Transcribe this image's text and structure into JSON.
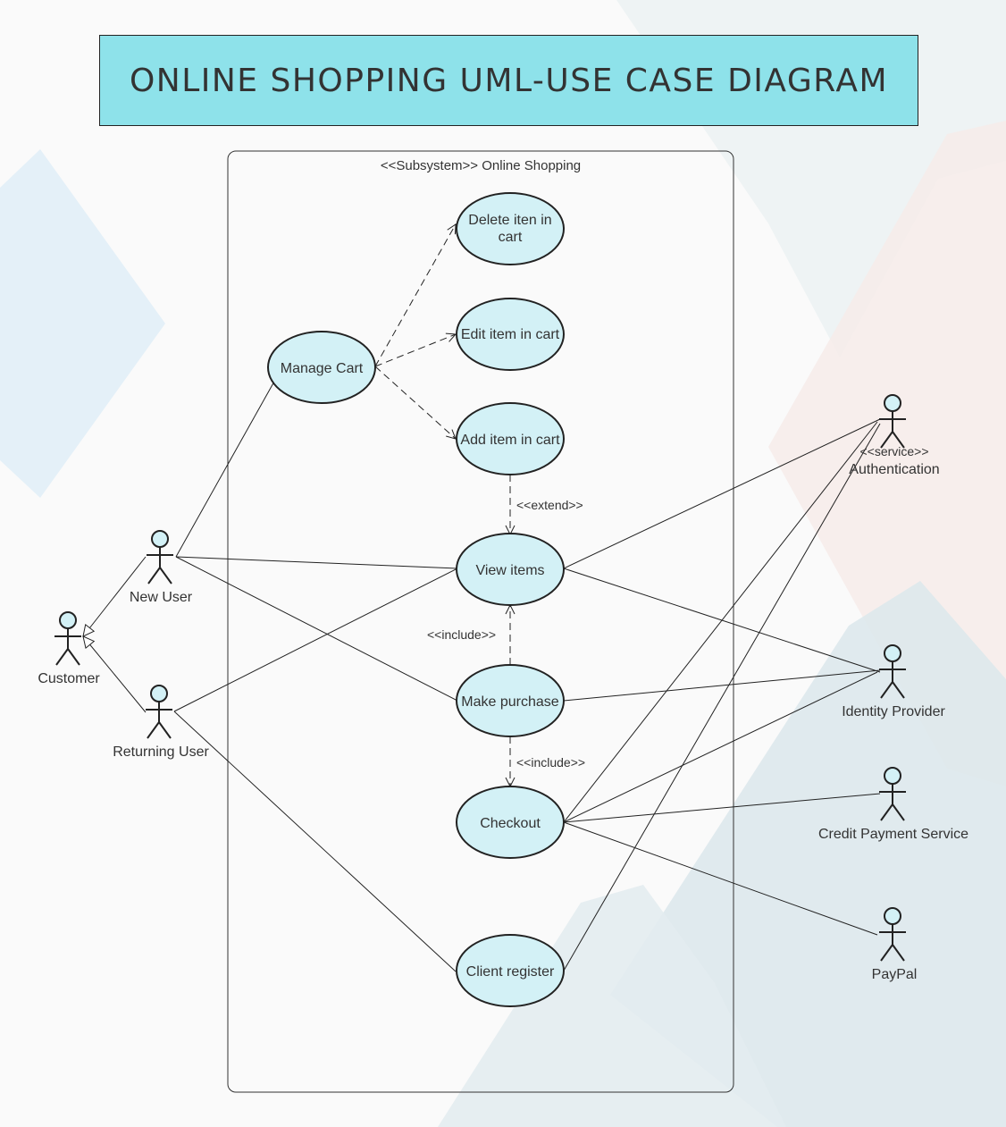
{
  "title": "ONLINE SHOPPING UML-USE CASE DIAGRAM",
  "subsystem": {
    "label": "<<Subsystem>> Online Shopping"
  },
  "use_cases": {
    "delete_item": [
      "Delete iten in",
      "cart"
    ],
    "edit_item": "Edit item in cart",
    "manage_cart": "Manage Cart",
    "add_item": "Add item in cart",
    "view_items": "View items",
    "make_purchase": "Make purchase",
    "checkout": "Checkout",
    "client_register": "Client register"
  },
  "actors": {
    "customer": "Customer",
    "new_user": "New User",
    "returning_user": "Returning User",
    "authentication_stereotype": "<<service>>",
    "authentication": "Authentication",
    "identity_provider": "Identity Provider",
    "credit_payment": "Credit Payment Service",
    "paypal": "PayPal"
  },
  "relations": {
    "extend": "<<extend>>",
    "include_view": "<<include>>",
    "include_checkout": "<<include>>"
  },
  "colors": {
    "title_bg": "#8ee2ea",
    "use_case_fill": "#d3f1f6",
    "actor_head_fill": "#d3f1f6",
    "stroke": "#222222"
  }
}
